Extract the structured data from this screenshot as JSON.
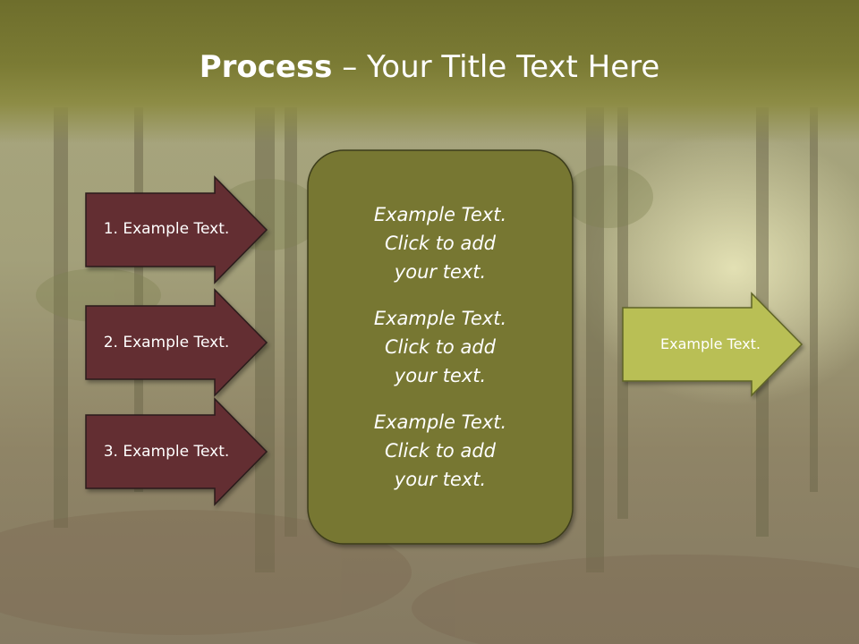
{
  "title": {
    "bold": "Process",
    "rest": " – Your Title Text Here"
  },
  "left_arrows": [
    {
      "label": "1. Example Text."
    },
    {
      "label": "2. Example Text."
    },
    {
      "label": "3. Example Text."
    }
  ],
  "center_box": {
    "items": [
      {
        "lines": [
          "Example Text.",
          "Click  to add",
          "your text."
        ]
      },
      {
        "lines": [
          "Example Text.",
          "Click  to add",
          "your text."
        ]
      },
      {
        "lines": [
          "Example Text.",
          "Click  to add",
          "your text."
        ]
      }
    ]
  },
  "right_arrow": {
    "label": "Example Text."
  },
  "colors": {
    "left_arrow_fill": "#632f32",
    "center_box_fill": "#777733",
    "right_arrow_fill": "#b9bf55",
    "title_band": "#7b7b34"
  }
}
